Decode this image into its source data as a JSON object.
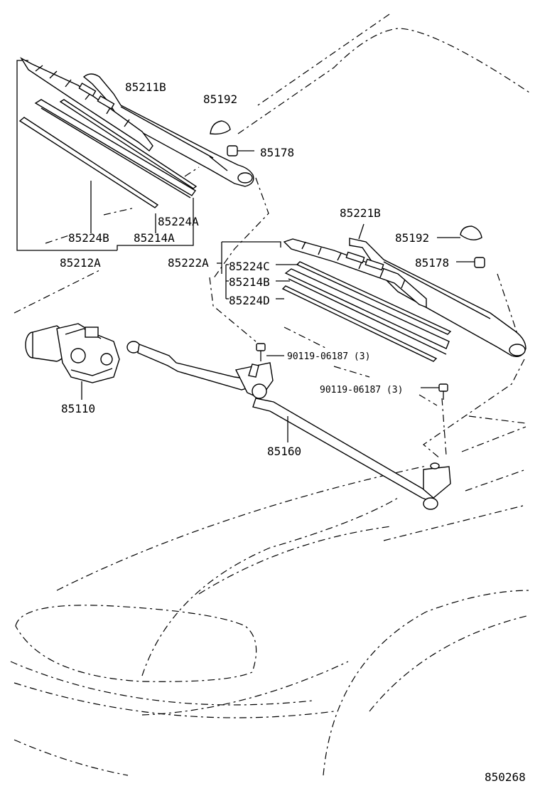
{
  "labels": {
    "p85211B": "85211B",
    "p85192a": "85192",
    "p85178a": "85178",
    "p85224A": "85224A",
    "p85224B": "85224B",
    "p85214A": "85214A",
    "p85212A": "85212A",
    "p85221B": "85221B",
    "p85192b": "85192",
    "p85178b": "85178",
    "p85222A": "85222A",
    "p85224C": "85224C",
    "p85214B": "85214B",
    "p85224D": "85224D",
    "p90119a": "90119-06187 (3)",
    "p90119b": "90119-06187 (3)",
    "p85110": "85110",
    "p85160": "85160",
    "diagramId": "850268"
  }
}
